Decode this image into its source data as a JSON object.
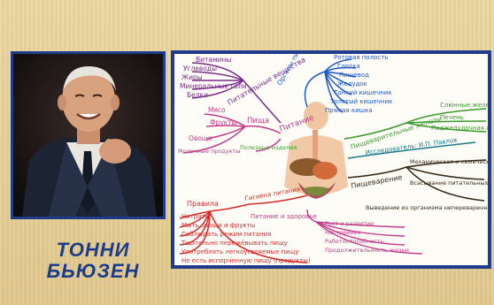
{
  "person": {
    "name_line1": "ТОННИ",
    "name_line2": "БЬЮЗЕН"
  },
  "mindmap": {
    "center": "Питание",
    "branches": {
      "top_left": {
        "label": "Питательные вещества",
        "items": [
          "Витамины",
          "Углеводы",
          "Жиры",
          "Минеральные соли",
          "Белки"
        ]
      },
      "left": {
        "label": "Пища",
        "items": [
          "Мясо",
          "Фрукты",
          "Овощи",
          "Молочные продукты"
        ],
        "sub": "Полезные изделия"
      },
      "digestive_organs": {
        "label": "Органы пищеварения",
        "items": [
          "Ротовая полость",
          "Глотка",
          "Пищевод",
          "Желудок",
          "Тонкий кишечник",
          "Толстый кишечник",
          "Прямая кишка"
        ]
      },
      "glands": {
        "label": "Пищеварительные железы",
        "items": [
          "Слюнные железы",
          "Печень",
          "Поджелудочная железа"
        ]
      },
      "researcher": "Исследователь: И.П. Павлов",
      "digestion": {
        "label": "Пищеварение",
        "items": [
          "Механическая и химическая переработка пищи",
          "Всасывание питательных веществ",
          "Выведение из организма непереваренных остатков пищи"
        ]
      },
      "rules": {
        "label": "Правила",
        "sub": "Гигиена питания",
        "items": [
          "Нитраты",
          "Мыть овощи и фрукты",
          "Соблюдать режим питания",
          "Тщательно пережёвывать пищу",
          "Употреблять легкоусвояемые пищу",
          "Не есть испорченную пищу (продукты)"
        ]
      },
      "importance": {
        "label": "Питание и здоровье",
        "items": [
          "Рост и развитие",
          "Настроение",
          "Работоспособность",
          "Продолжительность жизни"
        ]
      }
    }
  },
  "colors": {
    "frame": "#1f3c8c",
    "caption": "#1c3c8a",
    "blue": "#1e58c8",
    "green": "#3a9a2a",
    "red": "#d62a2a",
    "magenta": "#c23a8a",
    "purple": "#7a2a8a",
    "brown": "#6a3a1a",
    "teal": "#1a7a8a"
  }
}
